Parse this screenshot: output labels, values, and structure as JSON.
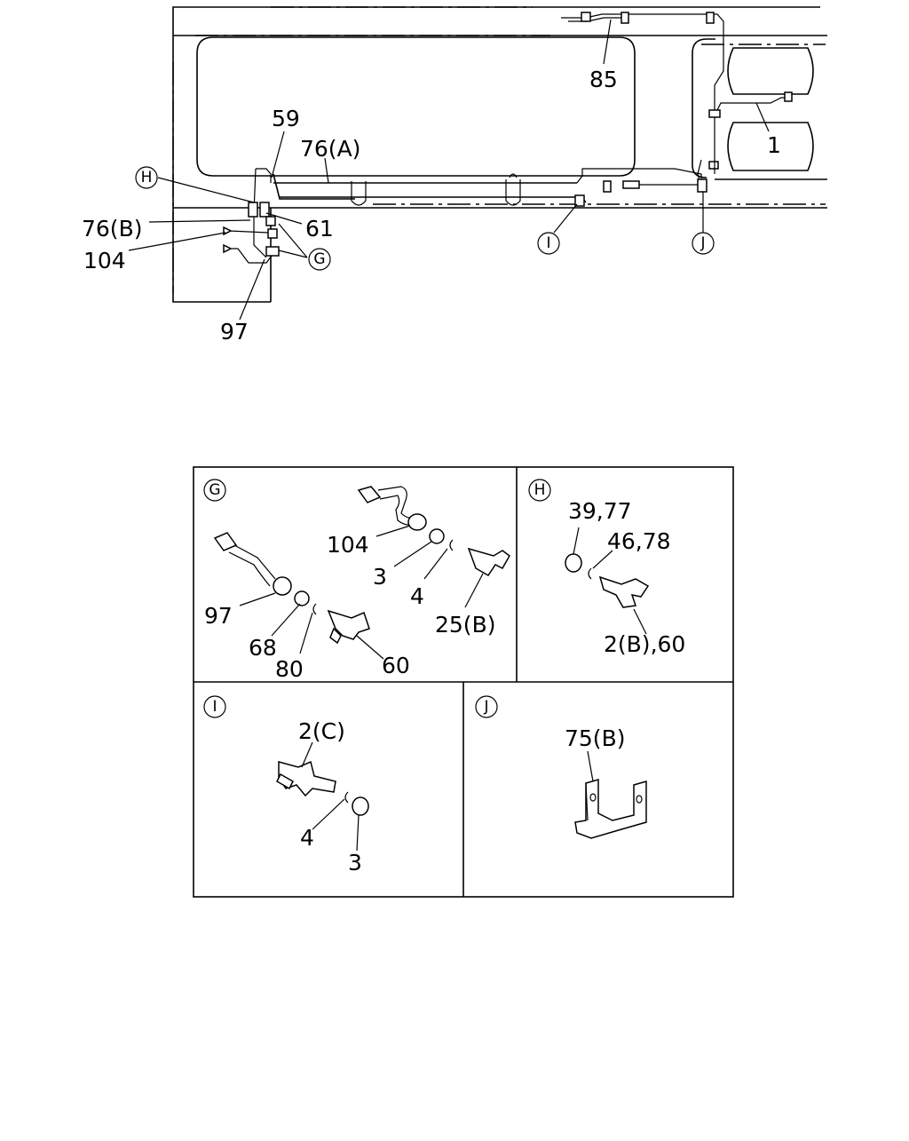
{
  "top_view": {
    "labels": {
      "l85": "85",
      "l59": "59",
      "l76a": "76(A)",
      "l1": "1",
      "l76b": "76(B)",
      "l61": "61",
      "l104": "104",
      "l97": "97"
    },
    "markers": {
      "H": "H",
      "G": "G",
      "I": "I",
      "J": "J"
    }
  },
  "detail_panels": {
    "G": {
      "marker": "G",
      "labels": {
        "p104": "104",
        "p3": "3",
        "p4": "4",
        "p25b": "25(B)",
        "p97": "97",
        "p68": "68",
        "p80": "80",
        "p60": "60"
      }
    },
    "H": {
      "marker": "H",
      "labels": {
        "p3977": "39,77",
        "p4678": "46,78",
        "p2b60": "2(B),60"
      }
    },
    "I": {
      "marker": "I",
      "labels": {
        "p2c": "2(C)",
        "p4": "4",
        "p3": "3"
      }
    },
    "J": {
      "marker": "J",
      "labels": {
        "p75b": "75(B)"
      }
    }
  }
}
